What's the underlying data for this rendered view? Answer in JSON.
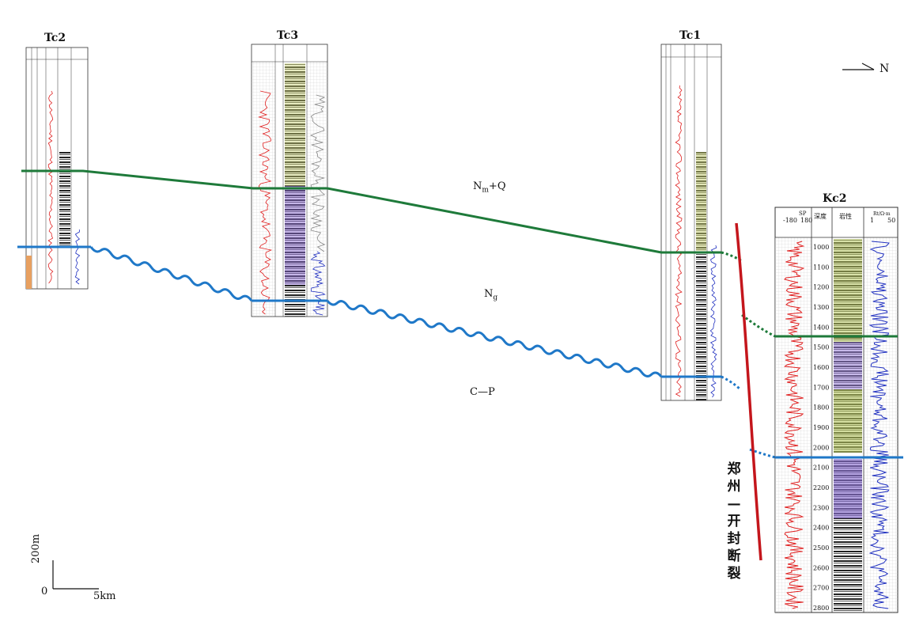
{
  "wells": {
    "tc2": {
      "name": "Tc2"
    },
    "tc3": {
      "name": "Tc3"
    },
    "tc1": {
      "name": "Tc1"
    },
    "kc2": {
      "name": "Kc2",
      "headers": {
        "sp": "SP",
        "sp_min": "-180",
        "sp_max": "180",
        "depth": "深度",
        "lith": "岩性",
        "res": "Rt/Ω·m",
        "res_min": "1",
        "res_max": "50"
      },
      "depth_ticks": [
        1000,
        1100,
        1200,
        1300,
        1400,
        1500,
        1600,
        1700,
        1800,
        1900,
        2000,
        2100,
        2200,
        2300,
        2400,
        2500,
        2600,
        2700,
        2800
      ]
    }
  },
  "formations": {
    "upper": {
      "main": "N",
      "sub": "m",
      "suffix": "+Q"
    },
    "middle": {
      "main": "N",
      "sub": "g"
    },
    "lower": {
      "label": "C—P"
    }
  },
  "fault": {
    "label": "郑州—开封断裂"
  },
  "north_arrow": {
    "label": "N"
  },
  "scale": {
    "vertical": "200m",
    "horizontal": "5km",
    "origin": "0"
  },
  "colors": {
    "green_boundary": "#1e7a3a",
    "blue_boundary": "#1f78c8",
    "fault": "#c4161c",
    "sp_curve": "#e02020",
    "res_curve": "#2030c0",
    "lith_green": "#b8c860",
    "lith_purple": "#8a6ad0"
  }
}
